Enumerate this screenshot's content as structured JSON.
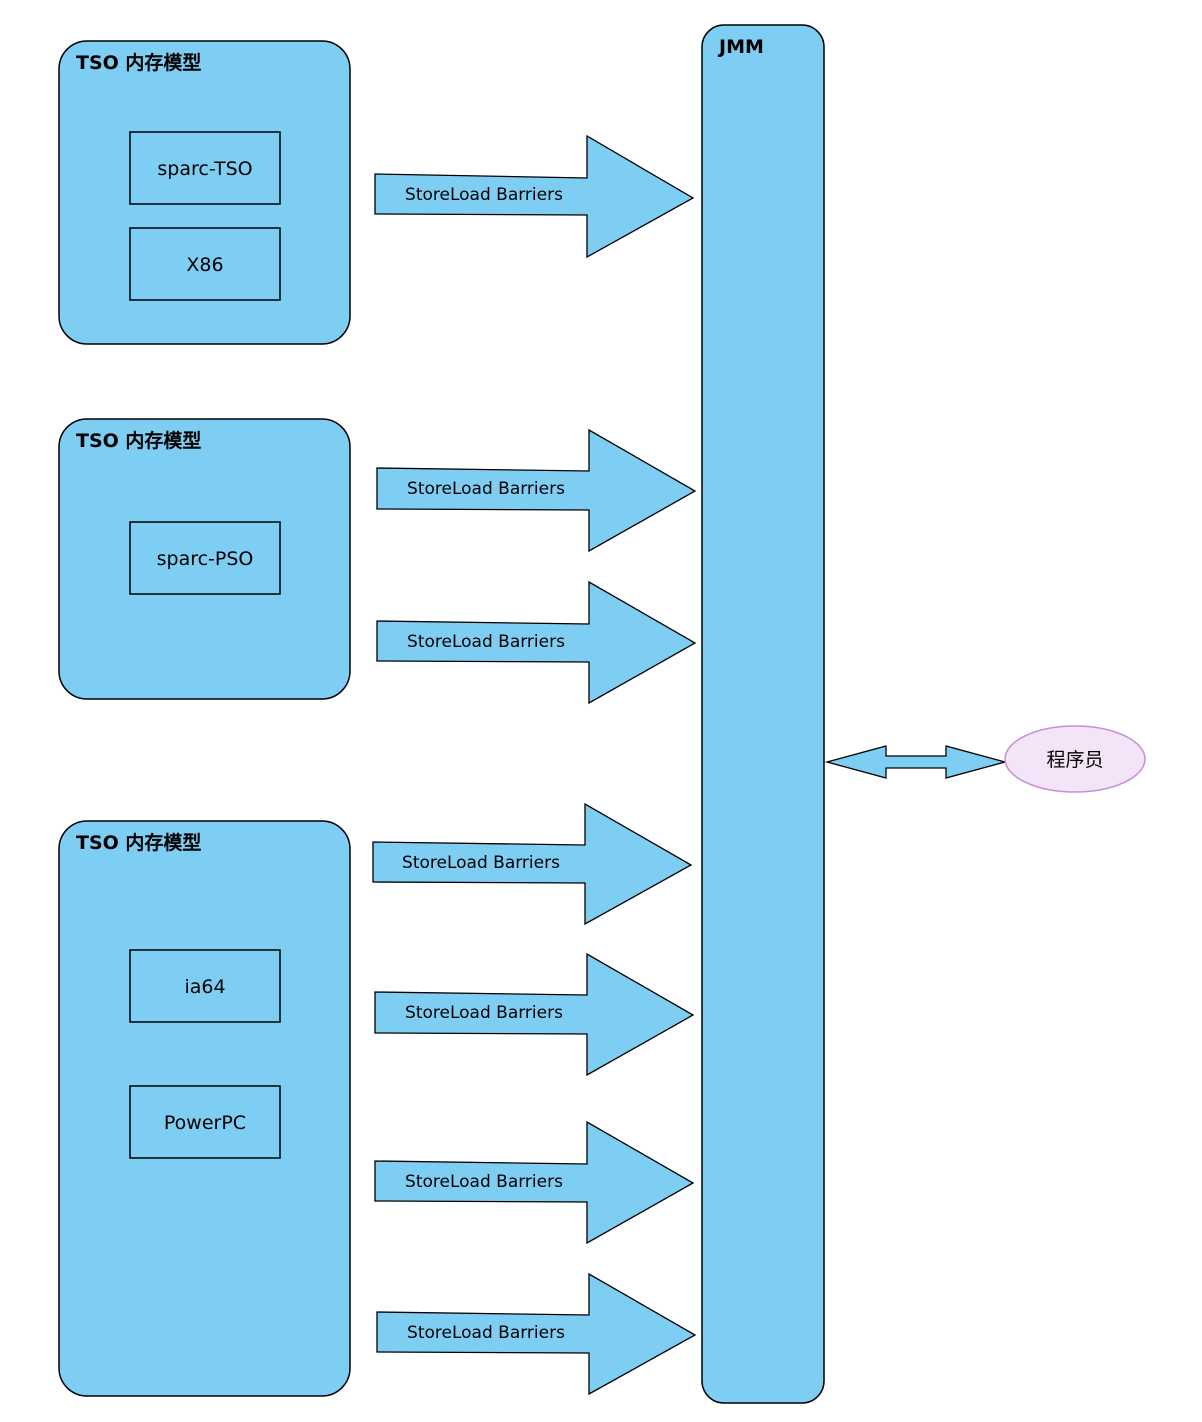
{
  "groups": [
    {
      "title": "TSO 内存模型",
      "items": [
        "sparc-TSO",
        "X86"
      ]
    },
    {
      "title": "TSO 内存模型",
      "items": [
        "sparc-PSO"
      ]
    },
    {
      "title": "TSO 内存模型",
      "items": [
        "ia64",
        "PowerPC"
      ]
    }
  ],
  "arrows": [
    {
      "label": "StoreLoad Barriers"
    },
    {
      "label": "StoreLoad Barriers"
    },
    {
      "label": "StoreLoad Barriers"
    },
    {
      "label": "StoreLoad Barriers"
    },
    {
      "label": "StoreLoad Barriers"
    },
    {
      "label": "StoreLoad Barriers"
    },
    {
      "label": "StoreLoad Barriers"
    }
  ],
  "jmm": {
    "title": "JMM"
  },
  "programmer": {
    "label": "程序员"
  },
  "colors": {
    "box_fill": "#7ecef4",
    "stroke": "#000000",
    "programmer_fill": "#f3e4f7",
    "programmer_stroke": "#c48fd6"
  }
}
